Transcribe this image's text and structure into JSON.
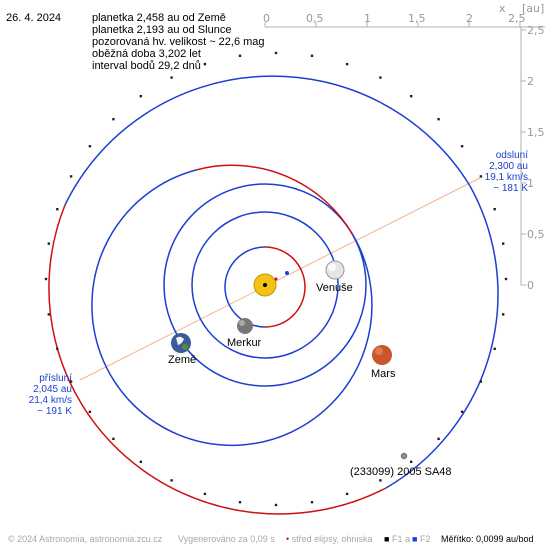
{
  "header": {
    "date": "26. 4. 2024",
    "info_lines": [
      "planetka 2,458 au od Země",
      "planetka 2,193 au od Slunce",
      "pozorovaná hv. velikost ~ 22,6 mag",
      "oběžná doba 3,202 let",
      "interval bodů 29,2 dnů"
    ]
  },
  "axis": {
    "x_label": "x",
    "unit": "[au]",
    "x_ticks": [
      "0",
      "0,5",
      "1",
      "1,5",
      "2",
      "2,5"
    ],
    "y_ticks": [
      "2,5",
      "2",
      "1,5",
      "1",
      "0,5",
      "0"
    ]
  },
  "aphelion": {
    "lines": [
      "odsluní",
      "2,300 au",
      "19,1 km/s",
      "~ 181 K"
    ]
  },
  "perihelion": {
    "lines": [
      "přísluní",
      "2,045 au",
      "21,4 km/s",
      "~ 191 K"
    ]
  },
  "planets": {
    "venuse": "Venuše",
    "merkur": "Merkur",
    "zeme": "Země",
    "mars": "Mars"
  },
  "asteroid_label": "(233099) 2005 SA48",
  "footer": {
    "copyright": "© 2024 Astronomia, astronomia.zcu.cz",
    "generated": "Vygenerováno za 0,09 s",
    "center_legend": "střed elipsy, ohniska",
    "f1": "F1 a",
    "f2": "F2",
    "scale": "Měřítko: 0,0099 au/bod"
  },
  "colors": {
    "orbit_blue": "#1b3fd1",
    "orbit_red": "#d01010",
    "apsis_line": "#f2b48a",
    "sun": "#f3c212",
    "venus": "#e6e6e6",
    "mars": "#c8552c",
    "mercury": "#777777",
    "earth": "#3a5a9c"
  }
}
